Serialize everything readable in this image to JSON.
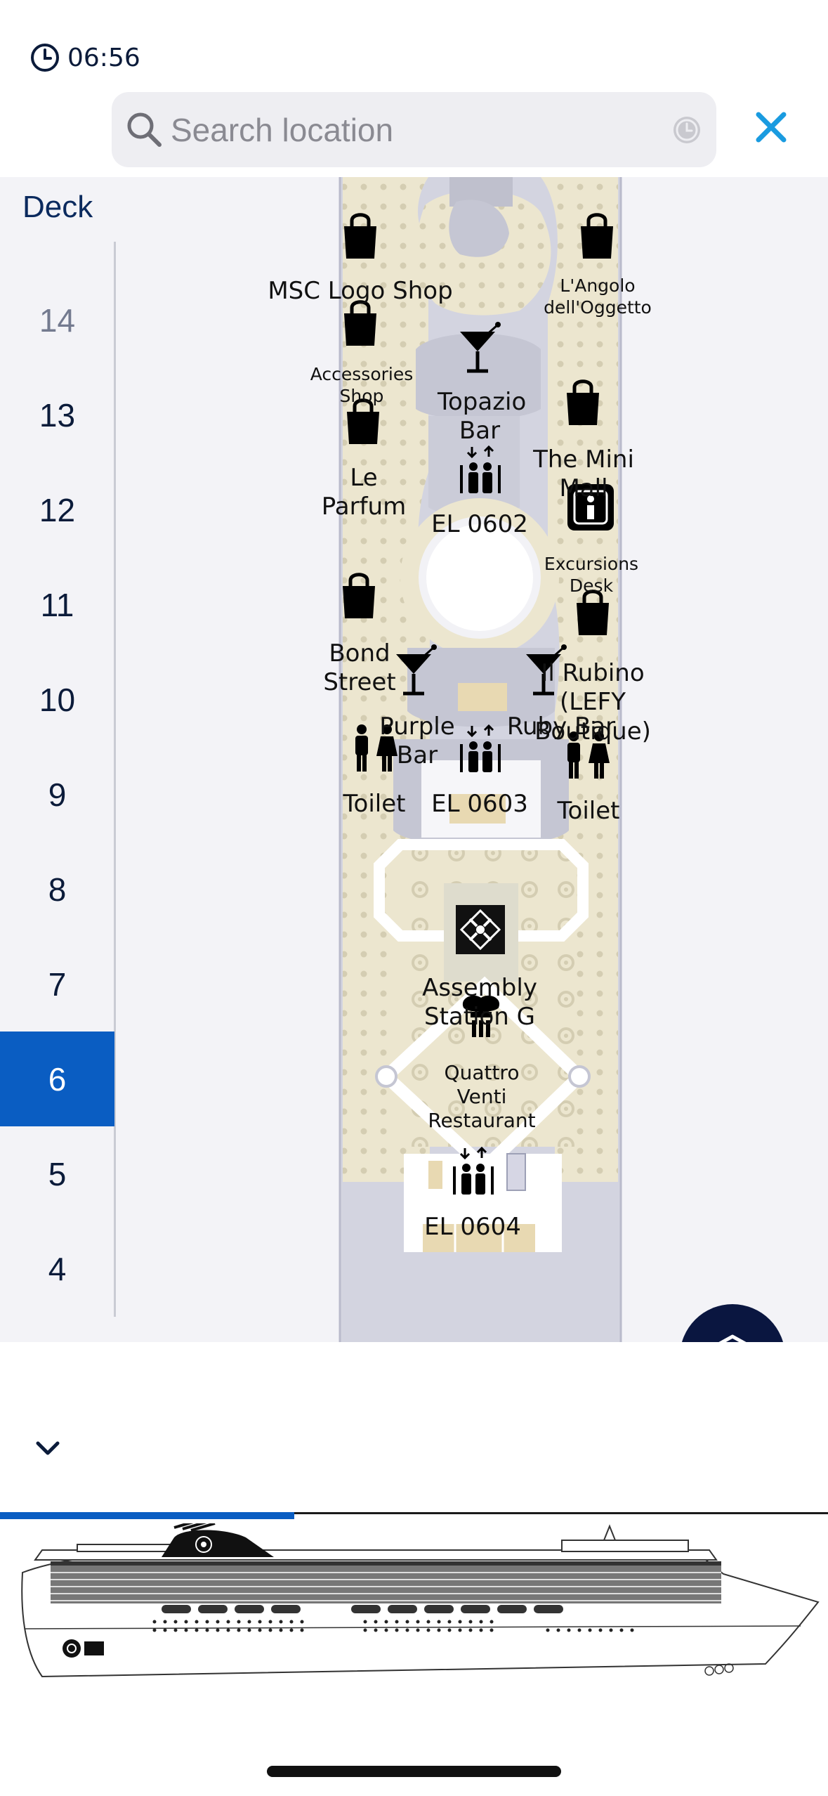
{
  "status": {
    "time": "06:56"
  },
  "search": {
    "placeholder": "Search location",
    "value": ""
  },
  "deck_selector": {
    "label": "Deck",
    "items": [
      "14",
      "13",
      "12",
      "11",
      "10",
      "9",
      "8",
      "7",
      "6",
      "5",
      "4"
    ],
    "selected": "6"
  },
  "map": {
    "labels": [
      {
        "text": "MSC Logo Shop",
        "icon": "shopping-bag-icon"
      },
      {
        "text": "L'Angolo dell'Oggetto",
        "icon": "shopping-bag-icon"
      },
      {
        "text": "Accessories Shop",
        "icon": "shopping-bag-icon"
      },
      {
        "text": "Topazio Bar",
        "icon": "cocktail-icon"
      },
      {
        "text": "The Mini Mall",
        "icon": "shopping-bag-icon"
      },
      {
        "text": "Le Parfum",
        "icon": "shopping-bag-icon"
      },
      {
        "text": "EL 0602",
        "icon": "elevator-icon"
      },
      {
        "text": "Excursions Desk",
        "icon": "info-icon"
      },
      {
        "text": "Bond Street",
        "icon": "shopping-bag-icon"
      },
      {
        "text": "Il Rubino (LEFY Boutique)",
        "icon": "shopping-bag-icon"
      },
      {
        "text": "Purple Bar",
        "icon": "cocktail-icon"
      },
      {
        "text": "Ruby Bar",
        "icon": "cocktail-icon"
      },
      {
        "text": "Toilet",
        "icon": "toilet-icon"
      },
      {
        "text": "EL 0603",
        "icon": "elevator-icon"
      },
      {
        "text": "Toilet",
        "icon": "toilet-icon"
      },
      {
        "text": "Assembly Station G",
        "icon": "assembly-station-icon"
      },
      {
        "text": "Quattro Venti Restaurant",
        "icon": "restaurant-icon"
      },
      {
        "text": "EL 0604",
        "icon": "elevator-icon"
      }
    ]
  },
  "deck_progress": 0.355,
  "colors": {
    "accent": "#0a5dc2",
    "close": "#1a9be0",
    "fab": "#0a1640",
    "deck_plan_bg": "#d3d4e0",
    "deck_plan_cream": "#ece6cf"
  }
}
